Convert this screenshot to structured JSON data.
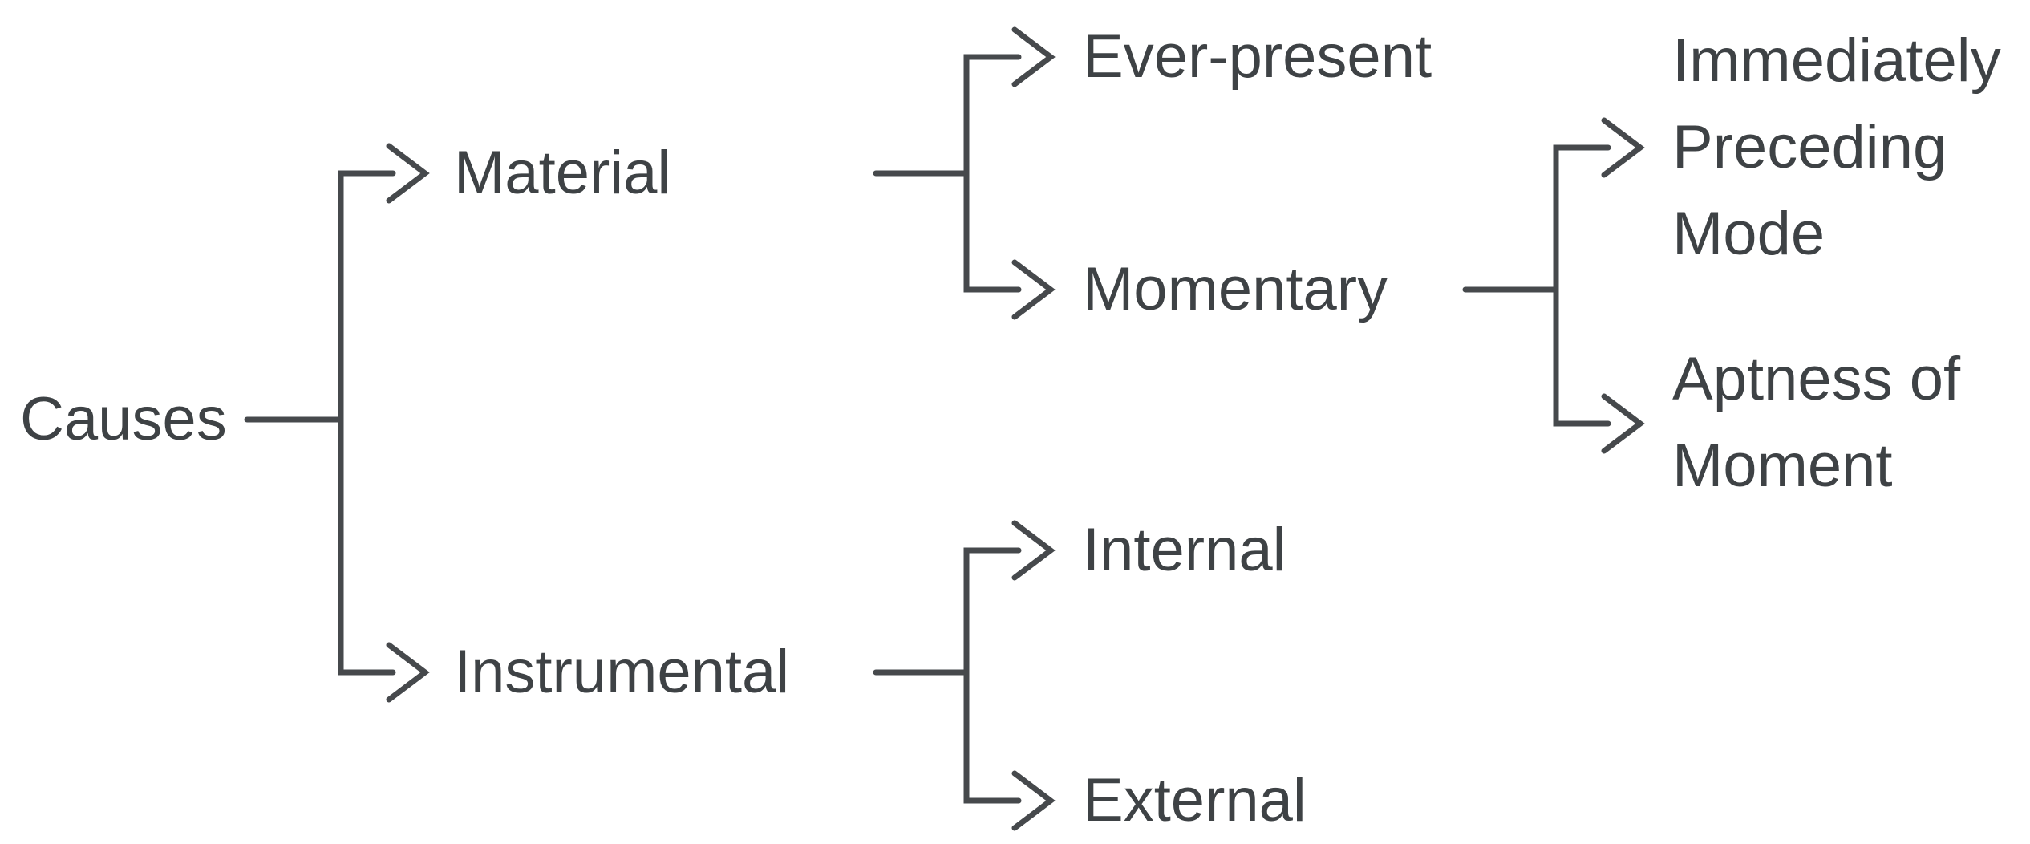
{
  "diagram": {
    "type": "tree",
    "orientation": "left-to-right",
    "background_color": "#ffffff",
    "line_color": "#46494c",
    "text_color": "#3e4245",
    "nodes": {
      "causes": {
        "label": "Causes"
      },
      "material": {
        "label": "Material"
      },
      "instrumental": {
        "label": "Instrumental"
      },
      "ever_present": {
        "label": "Ever-present"
      },
      "momentary": {
        "label": "Momentary"
      },
      "internal": {
        "label": "Internal"
      },
      "external": {
        "label": "External"
      },
      "immediately_preceding_mode": {
        "label": "Immediately\nPreceding\nMode"
      },
      "aptness_of_moment": {
        "label": "Aptness of\nMoment"
      }
    },
    "tree": {
      "label": "Causes",
      "children": [
        {
          "label": "Material",
          "children": [
            {
              "label": "Ever-present"
            },
            {
              "label": "Momentary",
              "children": [
                {
                  "label": "Immediately Preceding Mode"
                },
                {
                  "label": "Aptness of Moment"
                }
              ]
            }
          ]
        },
        {
          "label": "Instrumental",
          "children": [
            {
              "label": "Internal"
            },
            {
              "label": "External"
            }
          ]
        }
      ]
    }
  }
}
